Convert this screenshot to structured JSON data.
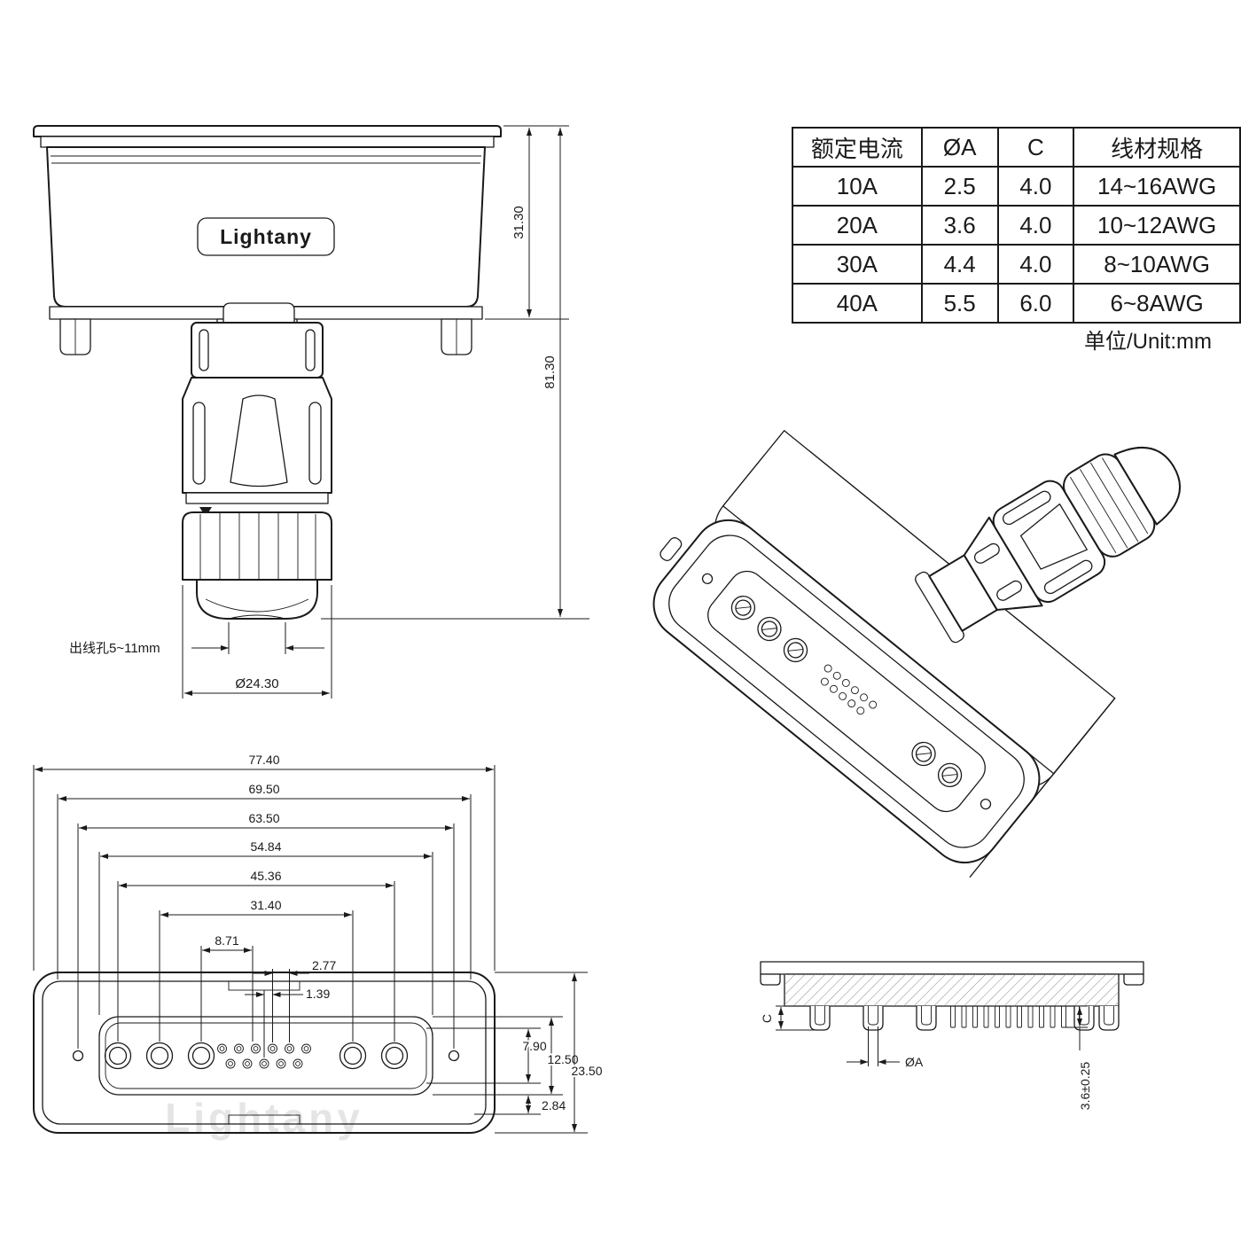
{
  "page": {
    "background": "#ffffff",
    "line_color": "#1a1a1a"
  },
  "brand": {
    "logo_text": "Lightany",
    "watermark_text": "Lightany"
  },
  "spec_table": {
    "headers": [
      "额定电流",
      "ØA",
      "C",
      "线材规格"
    ],
    "rows": [
      [
        "10A",
        "2.5",
        "4.0",
        "14~16AWG"
      ],
      [
        "20A",
        "3.6",
        "4.0",
        "10~12AWG"
      ],
      [
        "30A",
        "4.4",
        "4.0",
        "8~10AWG"
      ],
      [
        "40A",
        "5.5",
        "6.0",
        "6~8AWG"
      ]
    ],
    "unit_note": "单位/Unit:mm"
  },
  "rear_view": {
    "dim_upper_height": "31.30",
    "dim_total_height": "81.30",
    "cable_hole_label": "出线孔5~11mm",
    "gland_diameter": "Ø24.30"
  },
  "front_view": {
    "width_dims": [
      "77.40",
      "69.50",
      "63.50",
      "54.84",
      "45.36",
      "31.40",
      "8.71",
      "2.77",
      "1.39"
    ],
    "height_dims": [
      "7.90",
      "12.50",
      "23.50",
      "2.84"
    ]
  },
  "section_view": {
    "dim_c": "C",
    "dim_dia": "ØA",
    "dim_tolerance": "3.6±0.25"
  }
}
